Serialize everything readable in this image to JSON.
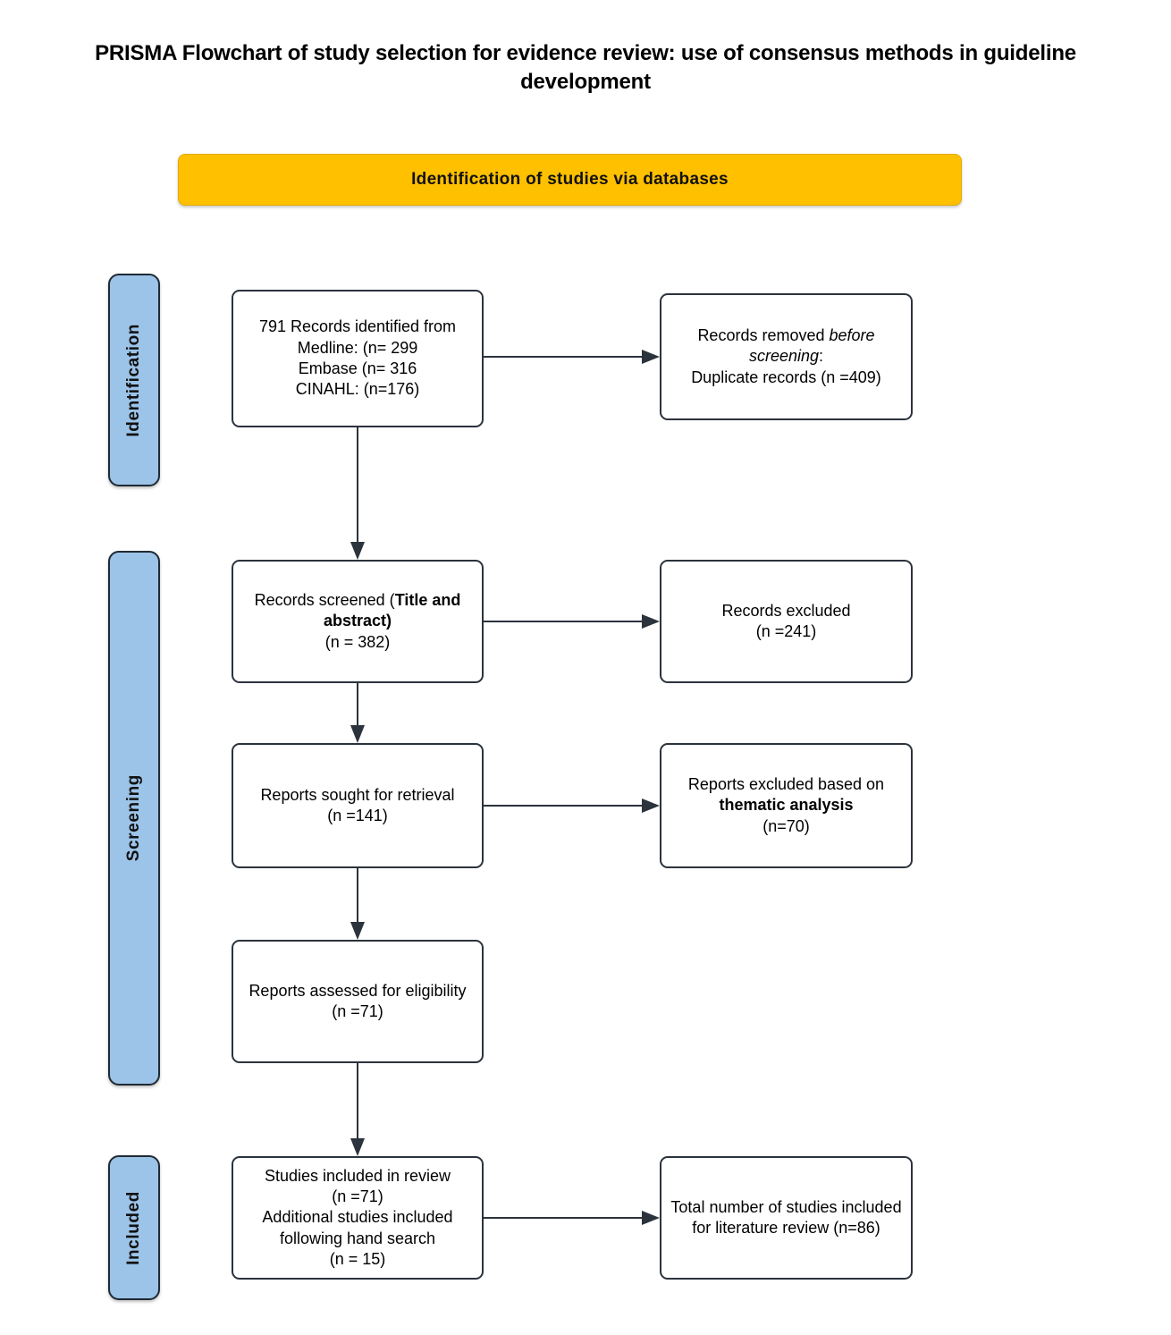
{
  "title": "PRISMA Flowchart of study selection for evidence review: use of consensus methods in guideline development",
  "banner": {
    "label": "Identification of studies via databases",
    "color": "#FFC000"
  },
  "phases": {
    "color": "#9CC3E8",
    "identification": "Identification",
    "screening": "Screening",
    "included": "Included"
  },
  "boxes": {
    "identified": {
      "lines": [
        "791 Records identified from",
        "Medline: (n= 299",
        "Embase (n= 316",
        "CINAHL: (n=176)"
      ],
      "total": 791,
      "medline": 299,
      "embase": 316,
      "cinahl": 176
    },
    "removed": {
      "line1": "Records removed ",
      "emphasis": "before screening",
      "line1_end": ":",
      "line2": "Duplicate records (n =409)",
      "duplicates": 409
    },
    "screened": {
      "prefix": "Records screened (",
      "emphasis": "Title and abstract)",
      "count_line": "(n = 382)",
      "n": 382
    },
    "excluded": {
      "line1": "Records excluded",
      "line2": "(n =241)",
      "n": 241
    },
    "sought": {
      "line1": "Reports sought for retrieval",
      "line2": "(n =141)",
      "n": 141
    },
    "excluded_thematic": {
      "prefix": "Reports excluded based on ",
      "emphasis": "thematic analysis",
      "count_line": "(n=70)",
      "n": 70
    },
    "assessed": {
      "line1": "Reports assessed for eligibility",
      "line2": "(n =71)",
      "n": 71
    },
    "included": {
      "line1": "Studies included in review",
      "line2": "(n =71)",
      "line3": "Additional studies included following hand search",
      "line4": "(n = 15)",
      "n_review": 71,
      "n_hand_search": 15
    },
    "total": {
      "line1": "Total number of studies included for literature review (n=86)",
      "n": 86
    }
  }
}
